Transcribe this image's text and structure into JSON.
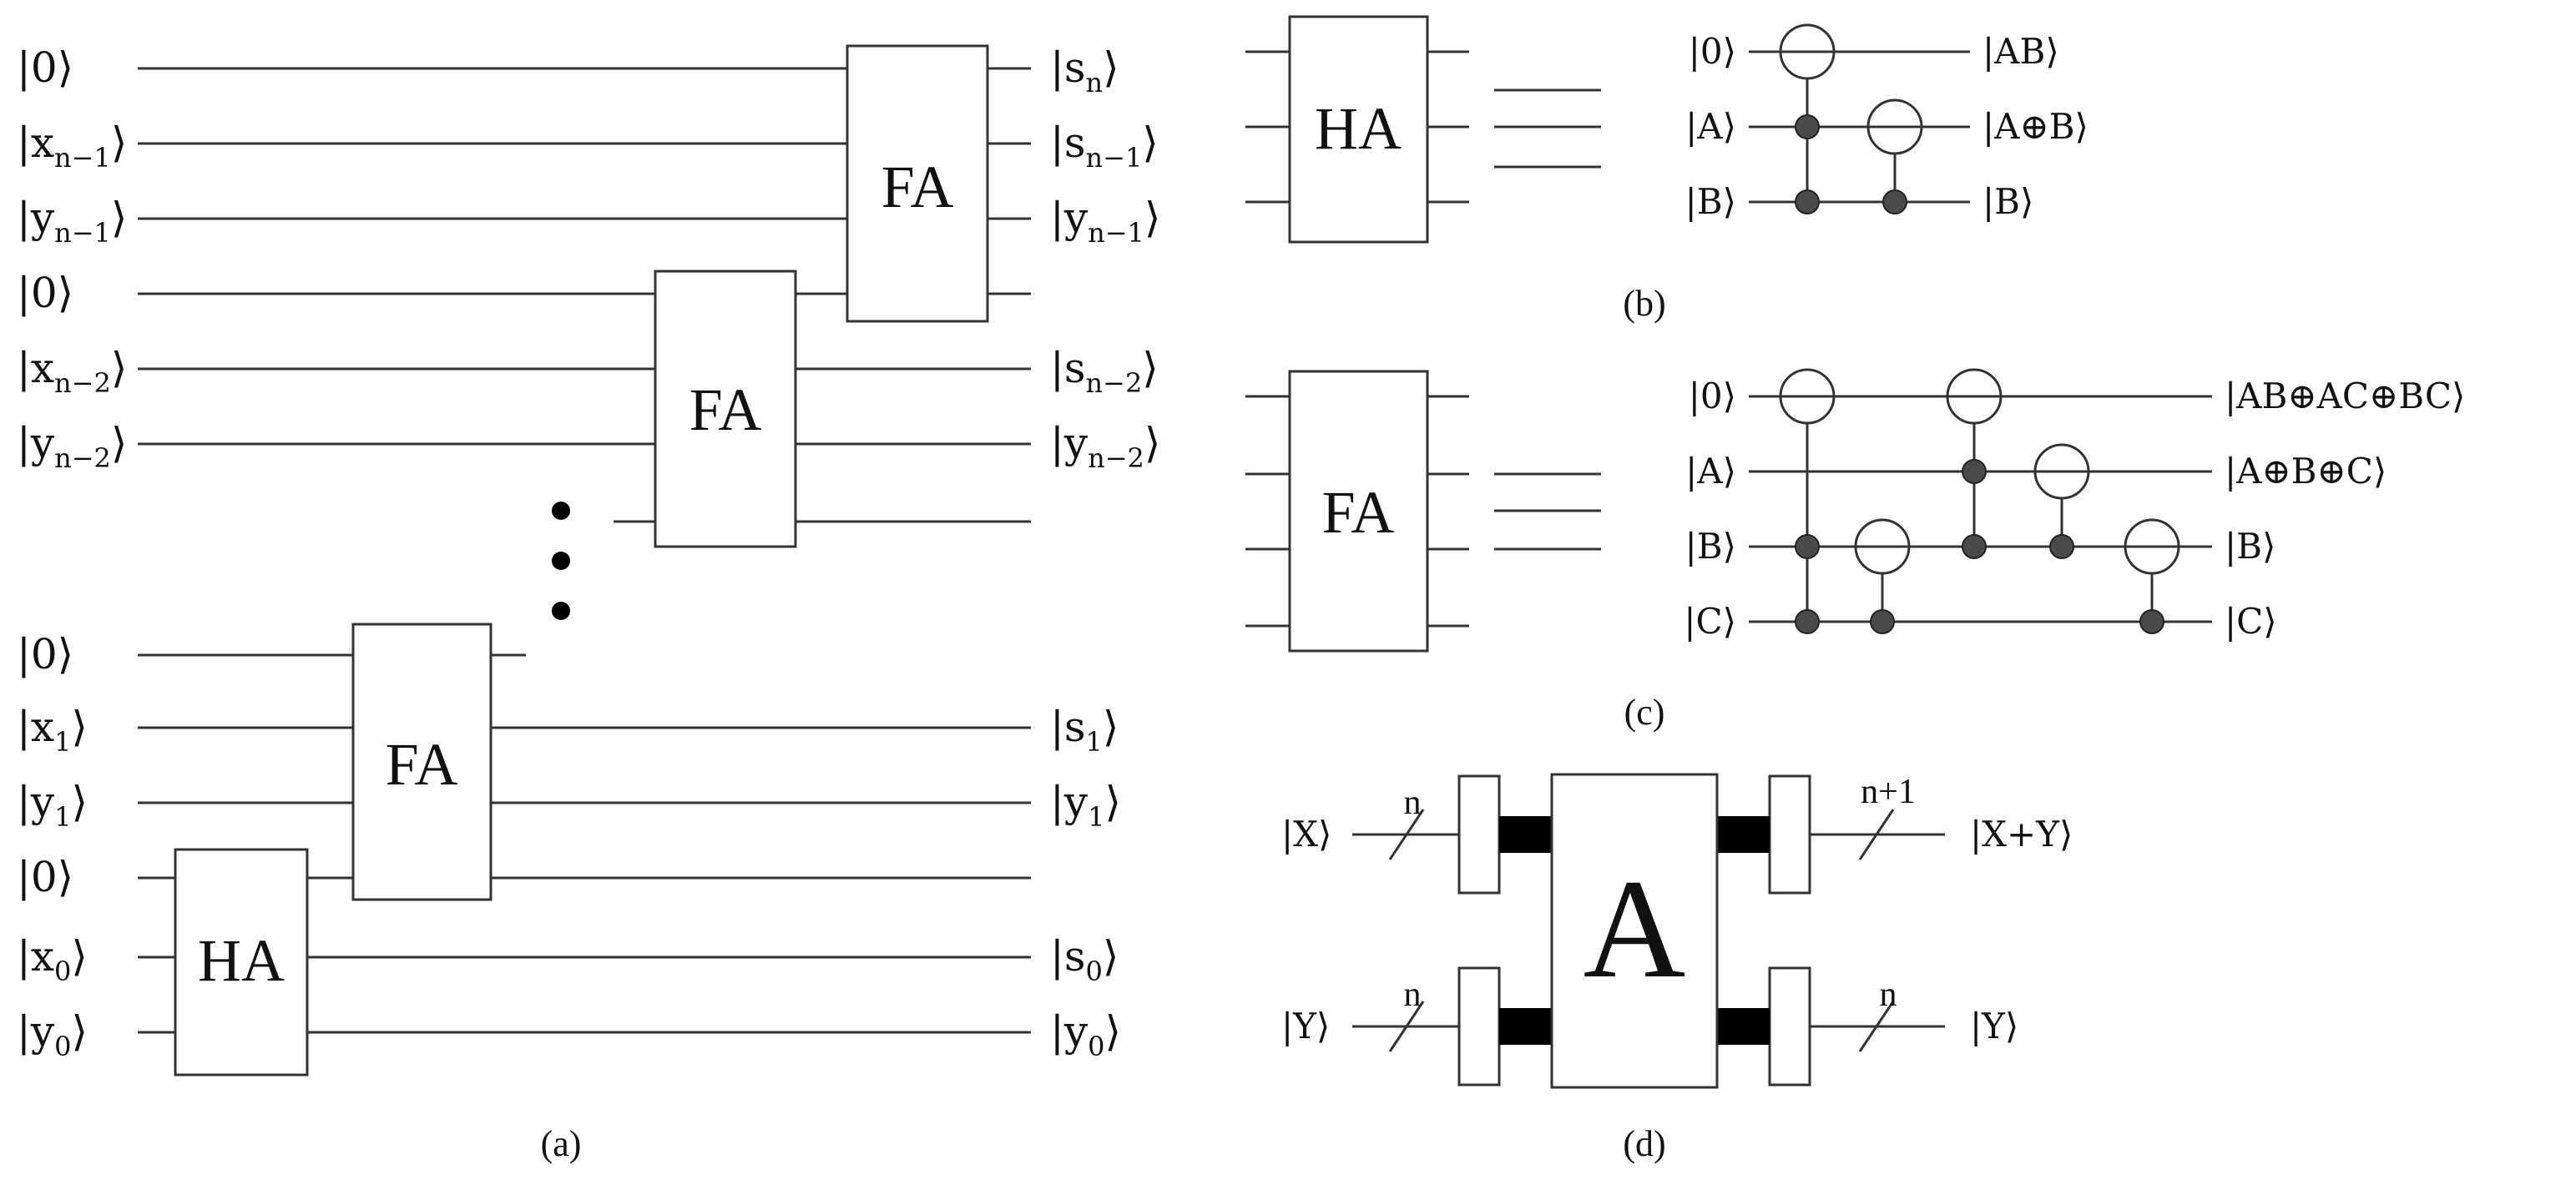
{
  "panel_a": {
    "caption": "(a)",
    "gate_fa": "FA",
    "gate_ha": "HA",
    "inputs": [
      {
        "k": "zn",
        "t": "|0⟩"
      },
      {
        "k": "xn1",
        "t": "|x",
        "s": "n−1",
        "e": "⟩"
      },
      {
        "k": "yn1",
        "t": "|y",
        "s": "n−1",
        "e": "⟩"
      },
      {
        "k": "z2",
        "t": "|0⟩"
      },
      {
        "k": "xn2",
        "t": "|x",
        "s": "n−2",
        "e": "⟩"
      },
      {
        "k": "yn2",
        "t": "|y",
        "s": "n−2",
        "e": "⟩"
      },
      {
        "k": "z1",
        "t": "|0⟩"
      },
      {
        "k": "x1",
        "t": "|x",
        "s": "1",
        "e": "⟩"
      },
      {
        "k": "y1",
        "t": "|y",
        "s": "1",
        "e": "⟩"
      },
      {
        "k": "z0",
        "t": "|0⟩"
      },
      {
        "k": "x0",
        "t": "|x",
        "s": "0",
        "e": "⟩"
      },
      {
        "k": "y0",
        "t": "|y",
        "s": "0",
        "e": "⟩"
      }
    ],
    "outputs": [
      {
        "k": "sn",
        "t": "|s",
        "s": "n",
        "e": "⟩"
      },
      {
        "k": "sn1",
        "t": "|s",
        "s": "n−1",
        "e": "⟩"
      },
      {
        "k": "yn1o",
        "t": "|y",
        "s": "n−1",
        "e": "⟩"
      },
      {
        "k": "sn2",
        "t": "|s",
        "s": "n−2",
        "e": "⟩"
      },
      {
        "k": "yn2o",
        "t": "|y",
        "s": "n−2",
        "e": "⟩"
      },
      {
        "k": "s1",
        "t": "|s",
        "s": "1",
        "e": "⟩"
      },
      {
        "k": "y1o",
        "t": "|y",
        "s": "1",
        "e": "⟩"
      },
      {
        "k": "s0",
        "t": "|s",
        "s": "0",
        "e": "⟩"
      },
      {
        "k": "y0o",
        "t": "|y",
        "s": "0",
        "e": "⟩"
      }
    ]
  },
  "panel_b": {
    "caption": "(b)",
    "gate": "HA",
    "inputs": [
      "|0⟩",
      "|A⟩",
      "|B⟩"
    ],
    "outputs": [
      "|AB⟩",
      "|A⊕B⟩",
      "|B⟩"
    ]
  },
  "panel_c": {
    "caption": "(c)",
    "gate": "FA",
    "inputs": [
      "|0⟩",
      "|A⟩",
      "|B⟩",
      "|C⟩"
    ],
    "outputs": [
      "|AB⊕AC⊕BC⟩",
      "|A⊕B⊕C⟩",
      "|B⟩",
      "|C⟩"
    ]
  },
  "panel_d": {
    "caption": "(d)",
    "gate": "A",
    "in_x": "|X⟩",
    "in_y": "|Y⟩",
    "out_x": "|X+Y⟩",
    "out_y": "|Y⟩",
    "bus_in_x": "n",
    "bus_in_y": "n",
    "bus_out_x": "n+1",
    "bus_out_y": "n"
  }
}
